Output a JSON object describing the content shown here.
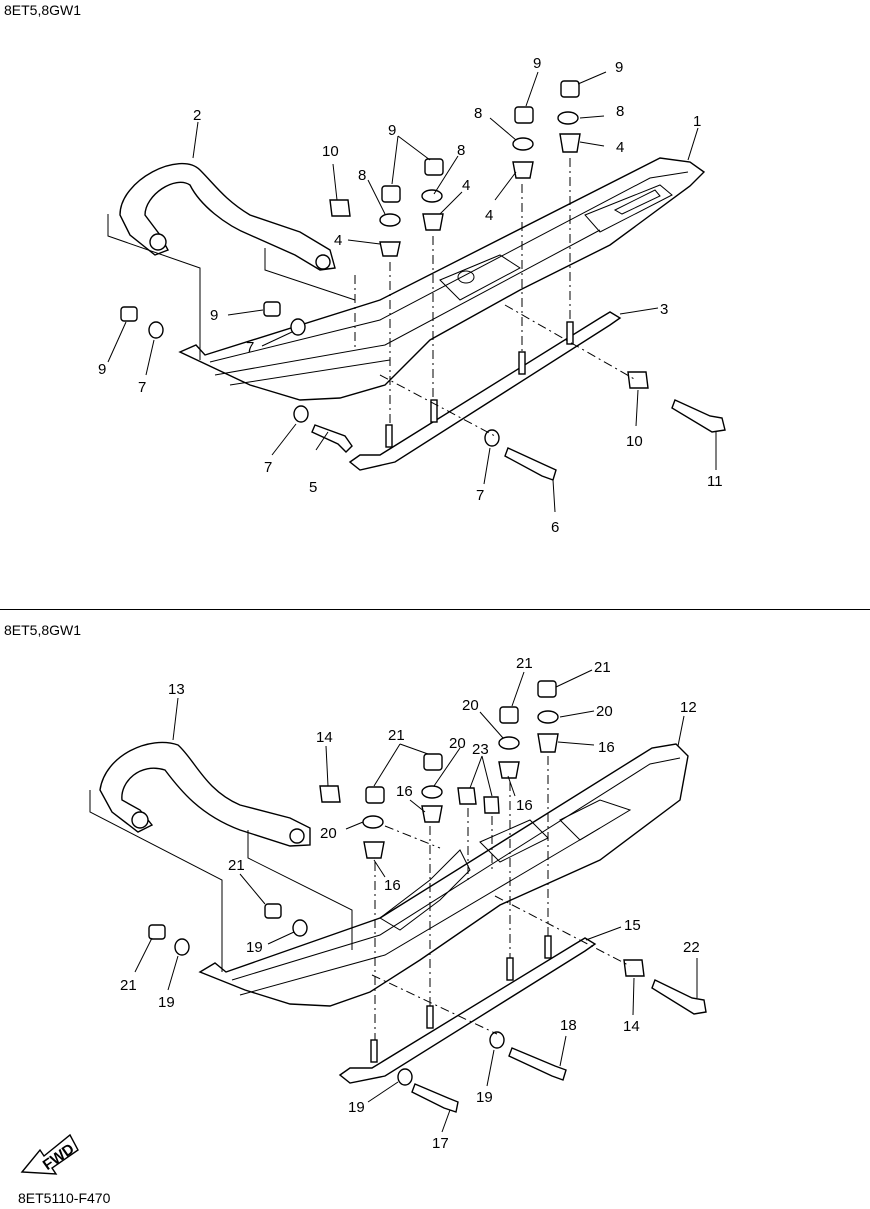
{
  "header_top": "8ET5,8GW1",
  "header_bottom": "8ET5,8GW1",
  "footer_code": "8ET5110-F470",
  "fwd_label": "FWD",
  "top_callouts": [
    "1",
    "2",
    "3",
    "4",
    "4",
    "4",
    "4",
    "5",
    "6",
    "7",
    "7",
    "7",
    "7",
    "8",
    "8",
    "8",
    "8",
    "9",
    "9",
    "9",
    "9",
    "9",
    "10",
    "10",
    "11"
  ],
  "bottom_callouts": [
    "12",
    "13",
    "14",
    "14",
    "15",
    "16",
    "16",
    "16",
    "16",
    "17",
    "18",
    "19",
    "19",
    "19",
    "19",
    "20",
    "20",
    "20",
    "20",
    "21",
    "21",
    "21",
    "21",
    "21",
    "22",
    "23"
  ]
}
